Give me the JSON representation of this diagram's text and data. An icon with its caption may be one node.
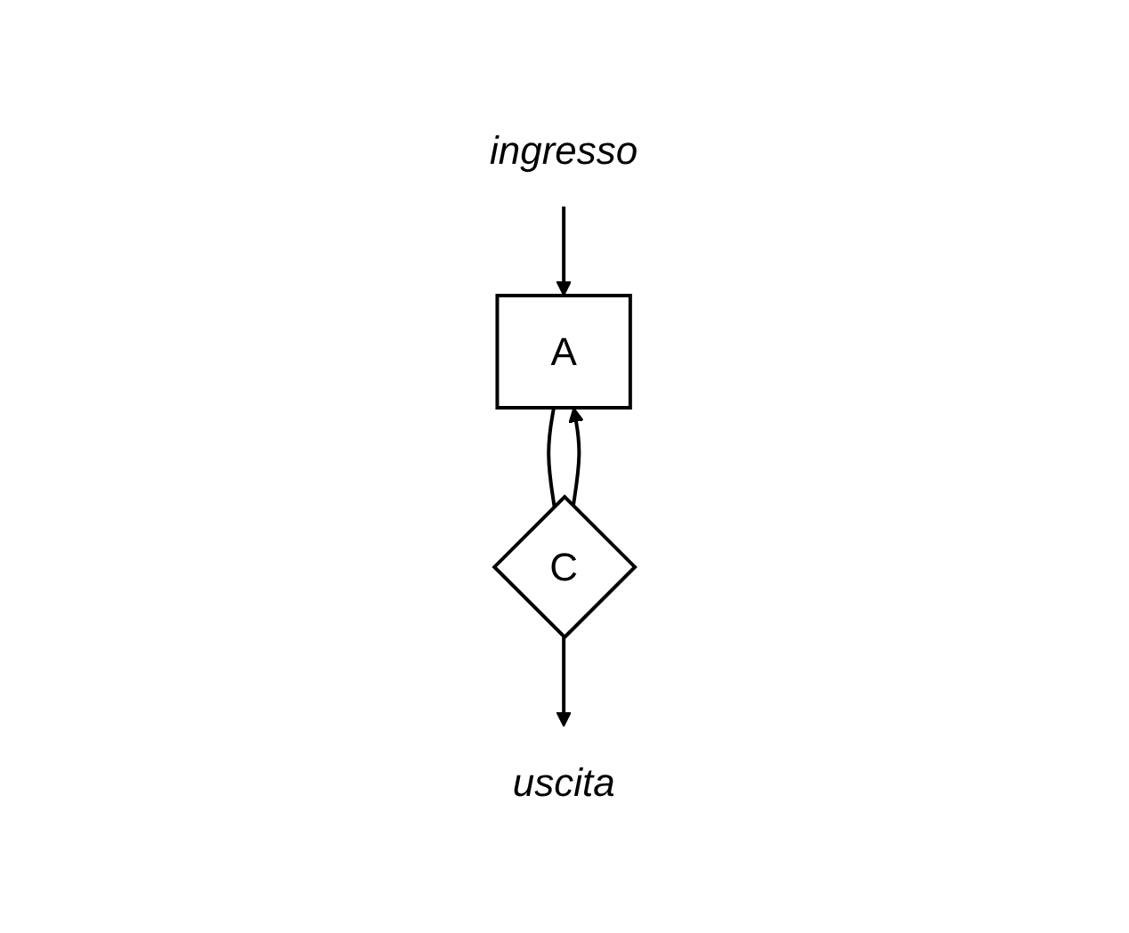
{
  "diagram": {
    "nodes": [
      {
        "text": [
          "ingresso"
        ]
      },
      {
        "text": [
          "A"
        ]
      },
      {
        "text": [
          "C"
        ]
      },
      {
        "text": [
          "uscita"
        ]
      }
    ],
    "edges": [
      {
        "from": 0,
        "to": 1,
        "arrow": "to"
      },
      {
        "from": 1,
        "to": 2,
        "arrow": "none"
      },
      {
        "from": 2,
        "to": 1,
        "arrow": "to"
      },
      {
        "from": 2,
        "to": 3,
        "arrow": "to"
      }
    ]
  }
}
